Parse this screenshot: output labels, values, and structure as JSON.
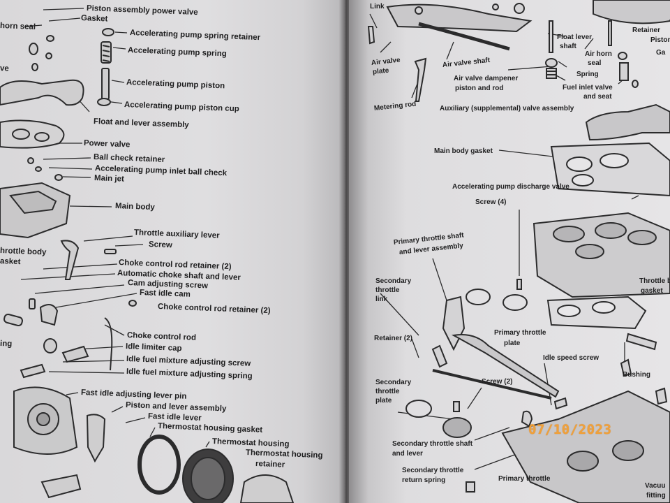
{
  "left_page": {
    "labels": [
      {
        "id": "piston-assembly-power-valve",
        "text": "Piston assembly power valve"
      },
      {
        "id": "gasket-top",
        "text": "Gasket"
      },
      {
        "id": "horn-seal",
        "text": "horn seal"
      },
      {
        "id": "acc-pump-spring-retainer",
        "text": "Accelerating pump spring retainer"
      },
      {
        "id": "acc-pump-spring",
        "text": "Accelerating pump spring"
      },
      {
        "id": "acc-pump-piston",
        "text": "Accelerating pump piston"
      },
      {
        "id": "acc-pump-piston-cup",
        "text": "Accelerating pump piston cup"
      },
      {
        "id": "float-lever-assembly",
        "text": "Float and lever assembly"
      },
      {
        "id": "power-valve",
        "text": "Power valve"
      },
      {
        "id": "ball-check-retainer",
        "text": "Ball check retainer"
      },
      {
        "id": "acc-pump-inlet-ball-check",
        "text": "Accelerating pump inlet ball check"
      },
      {
        "id": "main-jet",
        "text": "Main jet"
      },
      {
        "id": "main-body",
        "text": "Main body"
      },
      {
        "id": "throttle-aux-lever",
        "text": "Throttle auxiliary lever"
      },
      {
        "id": "screw-left",
        "text": "Screw"
      },
      {
        "id": "throttle-body-fragment",
        "text": "hrottle body"
      },
      {
        "id": "gasket-fragment",
        "text": "asket"
      },
      {
        "id": "choke-rod-retainer-2a",
        "text": "Choke control rod retainer (2)"
      },
      {
        "id": "auto-choke-shaft-lever",
        "text": "Automatic choke shaft and lever"
      },
      {
        "id": "cam-adjusting-screw",
        "text": "Cam adjusting screw"
      },
      {
        "id": "fast-idle-cam",
        "text": "Fast idle cam"
      },
      {
        "id": "choke-rod-retainer-2b",
        "text": "Choke control rod retainer (2)"
      },
      {
        "id": "choke-control-rod",
        "text": "Choke control rod"
      },
      {
        "id": "idle-limiter-cap",
        "text": "Idle limiter cap"
      },
      {
        "id": "idle-fuel-mix-screw",
        "text": "Idle fuel mixture adjusting screw"
      },
      {
        "id": "idle-fuel-mix-spring",
        "text": "Idle fuel mixture adjusting spring"
      },
      {
        "id": "ing-fragment",
        "text": "ing"
      },
      {
        "id": "fast-idle-adj-lever-pin",
        "text": "Fast idle adjusting lever pin"
      },
      {
        "id": "piston-lever-assembly",
        "text": "Piston and lever assembly"
      },
      {
        "id": "fast-idle-lever",
        "text": "Fast idle lever"
      },
      {
        "id": "thermostat-housing-gasket",
        "text": "Thermostat housing gasket"
      },
      {
        "id": "thermostat-housing",
        "text": "Thermostat housing"
      },
      {
        "id": "thermostat-housing-retainer-1",
        "text": "Thermostat housing"
      },
      {
        "id": "thermostat-housing-retainer-2",
        "text": "retainer"
      },
      {
        "id": "ve-fragment",
        "text": "ve"
      }
    ]
  },
  "right_page": {
    "labels": [
      {
        "id": "link",
        "text": "Link"
      },
      {
        "id": "air-valve-plate-1",
        "text": "Air valve"
      },
      {
        "id": "air-valve-plate-2",
        "text": "plate"
      },
      {
        "id": "air-valve-shaft",
        "text": "Air valve shaft"
      },
      {
        "id": "metering-rod",
        "text": "Metering rod"
      },
      {
        "id": "float-lever-shaft-1",
        "text": "Float lever"
      },
      {
        "id": "float-lever-shaft-2",
        "text": "shaft"
      },
      {
        "id": "retainer-top",
        "text": "Retainer"
      },
      {
        "id": "piston-fragment",
        "text": "Piston"
      },
      {
        "id": "air-horn-seal-1",
        "text": "Air horn"
      },
      {
        "id": "air-horn-seal-2",
        "text": "seal"
      },
      {
        "id": "gasket-fragment-right",
        "text": "Ga"
      },
      {
        "id": "air-valve-dampener-1",
        "text": "Air valve dampener"
      },
      {
        "id": "air-valve-dampener-2",
        "text": "piston and rod"
      },
      {
        "id": "spring-right",
        "text": "Spring"
      },
      {
        "id": "fuel-inlet-valve-1",
        "text": "Fuel inlet valve"
      },
      {
        "id": "fuel-inlet-valve-2",
        "text": "and seat"
      },
      {
        "id": "auxiliary-valve-assembly",
        "text": "Auxiliary (supplemental) valve assembly"
      },
      {
        "id": "main-body-gasket",
        "text": "Main body gasket"
      },
      {
        "id": "acc-pump-discharge-valve",
        "text": "Accelerating pump discharge valve"
      },
      {
        "id": "screw-4",
        "text": "Screw (4)"
      },
      {
        "id": "primary-throttle-shaft-1",
        "text": "Primary throttle shaft"
      },
      {
        "id": "primary-throttle-shaft-2",
        "text": "and lever assembly"
      },
      {
        "id": "secondary-throttle-link-1",
        "text": "Secondary"
      },
      {
        "id": "secondary-throttle-link-2",
        "text": "throttle"
      },
      {
        "id": "secondary-throttle-link-3",
        "text": "link"
      },
      {
        "id": "throttle-body-gasket-1",
        "text": "Throttle b"
      },
      {
        "id": "throttle-body-gasket-2",
        "text": "gasket"
      },
      {
        "id": "retainer-2",
        "text": "Retainer (2)"
      },
      {
        "id": "primary-throttle-plate-1",
        "text": "Primary throttle"
      },
      {
        "id": "primary-throttle-plate-2",
        "text": "plate"
      },
      {
        "id": "idle-speed-screw",
        "text": "Idle speed screw"
      },
      {
        "id": "bushing",
        "text": "Bushing"
      },
      {
        "id": "secondary-throttle-plate-1",
        "text": "Secondary"
      },
      {
        "id": "secondary-throttle-plate-2",
        "text": "throttle"
      },
      {
        "id": "secondary-throttle-plate-3",
        "text": "plate"
      },
      {
        "id": "screw-2",
        "text": "Screw (2)"
      },
      {
        "id": "secondary-shaft-lever-1",
        "text": "Secondary throttle shaft"
      },
      {
        "id": "secondary-shaft-lever-2",
        "text": "and lever"
      },
      {
        "id": "secondary-return-spring-1",
        "text": "Secondary throttle"
      },
      {
        "id": "secondary-return-spring-2",
        "text": "return spring"
      },
      {
        "id": "primary-throttle-bottom",
        "text": "Primary throttle"
      },
      {
        "id": "vacuum-fitting-1",
        "text": "Vacuu"
      },
      {
        "id": "vacuum-fitting-2",
        "text": "fitting"
      }
    ]
  },
  "date_stamp": "07/10/2023"
}
